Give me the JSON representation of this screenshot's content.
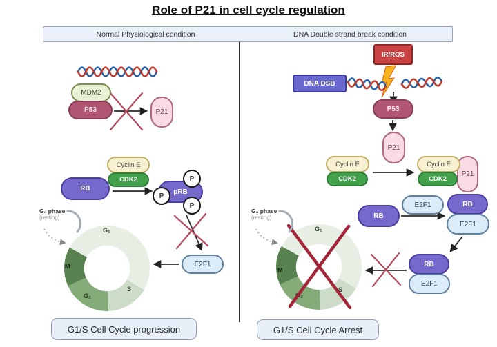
{
  "title": "Role of P21 in cell cycle regulation",
  "columns": {
    "left": "Normal Physiological condition",
    "right": "DNA Double strand break condition"
  },
  "molecules": {
    "mdm2": "MDM2",
    "p53": "P53",
    "p21": "P21",
    "cyclin_e": "Cyclin E",
    "cdk2": "CDK2",
    "rb": "RB",
    "prb": "pRB",
    "phospho": "P",
    "e2f1": "E2F1",
    "ir_ros": "IR/ROS",
    "dna_dsb": "DNA DSB"
  },
  "cell_cycle": {
    "g0_phase": "G₀ phase",
    "g0_resting": "(resting)",
    "g1": "G₁",
    "s": "S",
    "g2": "G₂",
    "m": "M"
  },
  "captions": {
    "left": "G1/S Cell Cycle progression",
    "right": "G1/S Cell Cycle Arrest"
  },
  "colors": {
    "rb_fill": "#7569cc",
    "p53_fill": "#b15672",
    "p21_fill": "#f8dbe4",
    "mdm2_fill": "#e8f1d4",
    "cyclin_fill": "#f8f1d1",
    "cdk2_fill": "#42a24c",
    "e2f1_fill": "#dcebf8",
    "ir_ros_fill": "#c74343",
    "dna_dsb_fill": "#6868cf",
    "inhibit_cross": "#b5495b",
    "arrest_cross": "#a32638",
    "cycle_g1": "#e7eee3",
    "cycle_s": "#cddcc8",
    "cycle_g2": "#85ab79",
    "cycle_m": "#57824f",
    "dna_red": "#c0392b",
    "dna_blue": "#2563a8"
  }
}
